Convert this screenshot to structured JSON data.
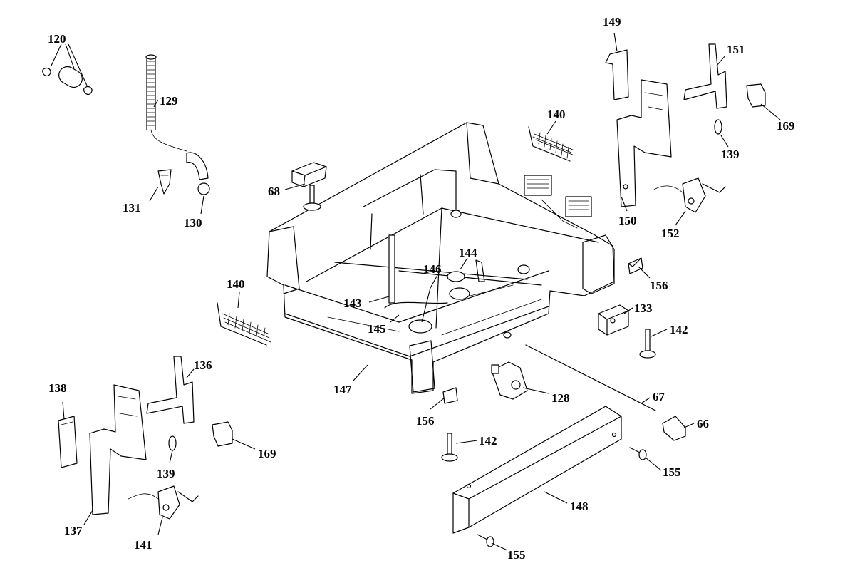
{
  "diagram": {
    "callouts": {
      "c120": "120",
      "c129": "129",
      "c131": "131",
      "c130": "130",
      "c149": "149",
      "c151": "151",
      "c169a": "169",
      "c139a": "139",
      "c140a": "140",
      "c150": "150",
      "c152": "152",
      "c68": "68",
      "c144": "144",
      "c146": "146",
      "c143": "143",
      "c145": "145",
      "c140b": "140",
      "c156a": "156",
      "c133": "133",
      "c142a": "142",
      "c147": "147",
      "c128": "128",
      "c67": "67",
      "c66": "66",
      "c156b": "156",
      "c138": "138",
      "c136": "136",
      "c169b": "169",
      "c139b": "139",
      "c142b": "142",
      "c155a": "155",
      "c148": "148",
      "c137": "137",
      "c141": "141",
      "c155b": "155"
    }
  }
}
